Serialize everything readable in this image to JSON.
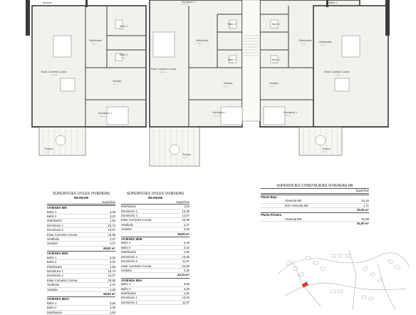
{
  "plan": {
    "rooms": [
      {
        "name": "Distribuidor",
        "area": "1,94 m²"
      },
      {
        "name": "Baño 1",
        "area": "3,45 m²"
      },
      {
        "name": "Estar Comedor Cocina",
        "area": "20,96 m²"
      },
      {
        "name": "Vestidor",
        "area": "2,47 m²"
      },
      {
        "name": "Dormitorio 1",
        "area": "15,74 m²"
      },
      {
        "name": "Terraza",
        "area": "7,93 m²"
      },
      {
        "name": "Baño 2",
        "area": "3,22 m²"
      },
      {
        "name": "Distribuidor",
        "area": "1,94 m²"
      },
      {
        "name": "Baño 1",
        "area": "3,45 m²"
      },
      {
        "name": "Estar Comedor Cocina",
        "area": "20,96 m²"
      },
      {
        "name": "Vestidor",
        "area": "2,47 m²"
      },
      {
        "name": "Dormitorio 1",
        "area": "15,74 m²"
      },
      {
        "name": "Terraza",
        "area": "7,93 m²"
      },
      {
        "name": "Baño 2",
        "area": "3,22 m²"
      },
      {
        "name": "Distribuidor",
        "area": "1,94 m²"
      },
      {
        "name": "Baño 1",
        "area": "3,45 m²"
      },
      {
        "name": "Vestidor",
        "area": "2,47 m²"
      },
      {
        "name": "Dormitorio 1",
        "area": "15,74 m²"
      },
      {
        "name": "Baño 2",
        "area": "3,22 m²"
      },
      {
        "name": "Baño 1",
        "area": "3,45 m²"
      },
      {
        "name": "Distribuidor",
        "area": "1,94 m²"
      },
      {
        "name": "Vestidor",
        "area": "2,47 m²"
      },
      {
        "name": "Dormitorio 1",
        "area": "15,74 m²"
      },
      {
        "name": "Estar Comedor Cocina",
        "area": "20,96 m²"
      },
      {
        "name": "Terraza",
        "area": "7,93 m²"
      }
    ]
  },
  "table1": {
    "title": "SUPERFICIES UTILES VIVIENDAS",
    "subtitle": "M8-M5-M6",
    "header": "Superficie",
    "sections": [
      {
        "name": "VIVIENDA M8I",
        "rows": [
          [
            "Baño 1",
            "3,45"
          ],
          [
            "Baño 2",
            "3,22"
          ],
          [
            "Distribuidor",
            "1,94"
          ],
          [
            "Dormitorio 1",
            "15,74"
          ],
          [
            "Dormitorio 2",
            "12,07"
          ],
          [
            "Estar Comedor Cocina",
            "20,96"
          ],
          [
            "Vestíbulo",
            "2,47"
          ],
          [
            "Vestidor",
            "4,37"
          ]
        ],
        "total": "68,92 m²"
      },
      {
        "name": "VIVIENDA M8D",
        "rows": [
          [
            "Baño 1",
            "3,45"
          ],
          [
            "Baño 2",
            "3,22"
          ],
          [
            "Distribuidor",
            "1,93"
          ],
          [
            "Dormitorio 1",
            "15,74"
          ],
          [
            "Dormitorio 2",
            "12,07"
          ],
          [
            "Estar Comedor Cocina",
            "20,96"
          ],
          [
            "Vestíbulo",
            "2,47"
          ],
          [
            "Vestidor",
            "4,36"
          ]
        ],
        "total": "68,92 m²"
      },
      {
        "name": "VIVIENDA M6AI",
        "rows": [
          [
            "Baño 1",
            "3,56"
          ],
          [
            "Baño 2",
            "3,35"
          ],
          [
            "Distribuidor",
            "1,84"
          ]
        ],
        "total": ""
      }
    ]
  },
  "table2": {
    "title": "SUPERFICIES UTILES VIVIENDAS",
    "subtitle": "M8-M5-M6",
    "header": "Superficie",
    "sections": [
      {
        "name": "",
        "rows": [
          [
            "Distribuidor",
            "1,84"
          ],
          [
            "Dormitorio 1",
            "15,39"
          ],
          [
            "Dormitorio 2",
            "12,07"
          ],
          [
            "Estar Comedor Cocina",
            "20,69"
          ],
          [
            "Vestíbulo",
            "2,47"
          ],
          [
            "Vestidor",
            "4,53"
          ]
        ],
        "total": "68,89 m²"
      },
      {
        "name": "VIVIENDA M5B",
        "rows": [
          [
            "Baño 1",
            "3,45"
          ],
          [
            "Baño 2",
            "3,22"
          ],
          [
            "Distribuidor",
            "1,93"
          ],
          [
            "Dormitorio 1",
            "13,46"
          ],
          [
            "Dormitorio 2",
            "11,07"
          ],
          [
            "Estar Comedor Cocina",
            "24,69"
          ],
          [
            "Vestidor",
            "4,36"
          ]
        ],
        "total": "62,34 m²"
      },
      {
        "name": "VIVIENDA M5A",
        "rows": [
          [
            "Baño 1",
            "3,56"
          ],
          [
            "Baño 2",
            "3,35"
          ],
          [
            "Distribuidor",
            "1,84"
          ],
          [
            "Dormitorio 1",
            "13,03"
          ],
          [
            "Dormitorio 2",
            "11,07"
          ]
        ],
        "total": ""
      }
    ]
  },
  "table3": {
    "title": "SUPERFICIES CONSTRUIDAS VIVIENDAS M6",
    "header": "Superficie",
    "sections": [
      {
        "name": "Planta Baja",
        "rows": [
          [
            "Vivienda M6",
            "81,34"
          ],
          [
            "50% Vivienda M6",
            "1,71"
          ]
        ],
        "total": "83,05 m²"
      },
      {
        "name": "Planta Primera",
        "rows": [
          [
            "Vivienda M6",
            "81,90"
          ]
        ],
        "total": "81,90 m²"
      }
    ]
  },
  "colors": {
    "wall": "#3a3a3a",
    "floor": "#efeeea",
    "highlight": "#d43a2f"
  }
}
